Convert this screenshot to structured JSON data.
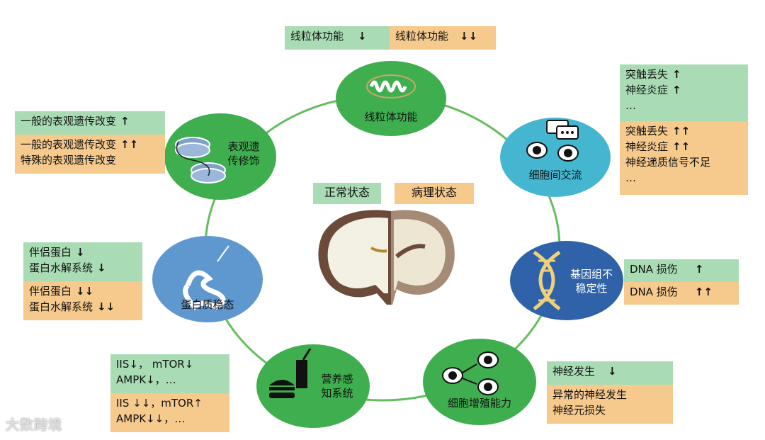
{
  "colors": {
    "node_green": "#3fae4f",
    "node_blue_light": "#45b6cf",
    "node_blue_dark": "#2f62a8",
    "node_steel": "#5f97cf",
    "box_green": "#a9dcb4",
    "box_orange": "#f6c98c",
    "ring": "#67bd5e"
  },
  "legend": {
    "normal": "正常状态",
    "pathological": "病理状态"
  },
  "nodes": {
    "mito": "线粒体功能",
    "epi": [
      "表观遗",
      "传修饰"
    ],
    "comm": "细胞间交流",
    "genome": [
      "基因组不",
      "稳定性"
    ],
    "prolif": "细胞增殖能力",
    "nutrient": [
      "营养感",
      "知系统"
    ],
    "proteo": "蛋白质稳态"
  },
  "boxes": {
    "mito": {
      "green": {
        "text": "线粒体功能",
        "arrow": "↓"
      },
      "orange": {
        "text": "线粒体功能",
        "arrow": "↓↓"
      }
    },
    "comm": {
      "green": [
        {
          "text": "突触丢失",
          "arrow": "↑"
        },
        {
          "text": "神经炎症",
          "arrow": "↑"
        },
        {
          "text": "…",
          "arrow": ""
        }
      ],
      "orange": [
        {
          "text": "突触丢失",
          "arrow": "↑↑"
        },
        {
          "text": "神经炎症",
          "arrow": "↑↑"
        },
        {
          "text": "神经递质信号不足",
          "arrow": ""
        },
        {
          "text": "…",
          "arrow": ""
        }
      ]
    },
    "epi": {
      "green": [
        {
          "text": "一般的表观遗传改变",
          "arrow": "↑"
        }
      ],
      "orange": [
        {
          "text": "一般的表观遗传改变",
          "arrow": "↑↑"
        },
        {
          "text": "特殊的表观遗传改变",
          "arrow": ""
        }
      ]
    },
    "genome": {
      "green": [
        {
          "text": "DNA 损伤",
          "arrow": "↑"
        }
      ],
      "orange": [
        {
          "text": "DNA 损伤",
          "arrow": "↑↑"
        }
      ]
    },
    "proteo": {
      "green": [
        {
          "text": "伴侣蛋白",
          "arrow": "↓"
        },
        {
          "text": "蛋白水解系统",
          "arrow": "↓"
        }
      ],
      "orange": [
        {
          "text": "伴侣蛋白",
          "arrow": "↓↓"
        },
        {
          "text": "蛋白水解系统",
          "arrow": "↓↓"
        }
      ]
    },
    "prolif": {
      "green": [
        {
          "text": "神经发生",
          "arrow": "↓"
        }
      ],
      "orange": [
        {
          "text": "异常的神经发生",
          "arrow": ""
        },
        {
          "text": "神经元损失",
          "arrow": ""
        }
      ]
    },
    "nutrient": {
      "green": [
        {
          "text": "IIS↓，  mTOR↓",
          "arrow": ""
        },
        {
          "text": "AMPK↓，…",
          "arrow": ""
        }
      ],
      "orange": [
        {
          "text": "IIS ↓↓，mTOR↑",
          "arrow": ""
        },
        {
          "text": "AMPK↓↓，…",
          "arrow": ""
        }
      ]
    }
  },
  "watermark": "大数跨境"
}
